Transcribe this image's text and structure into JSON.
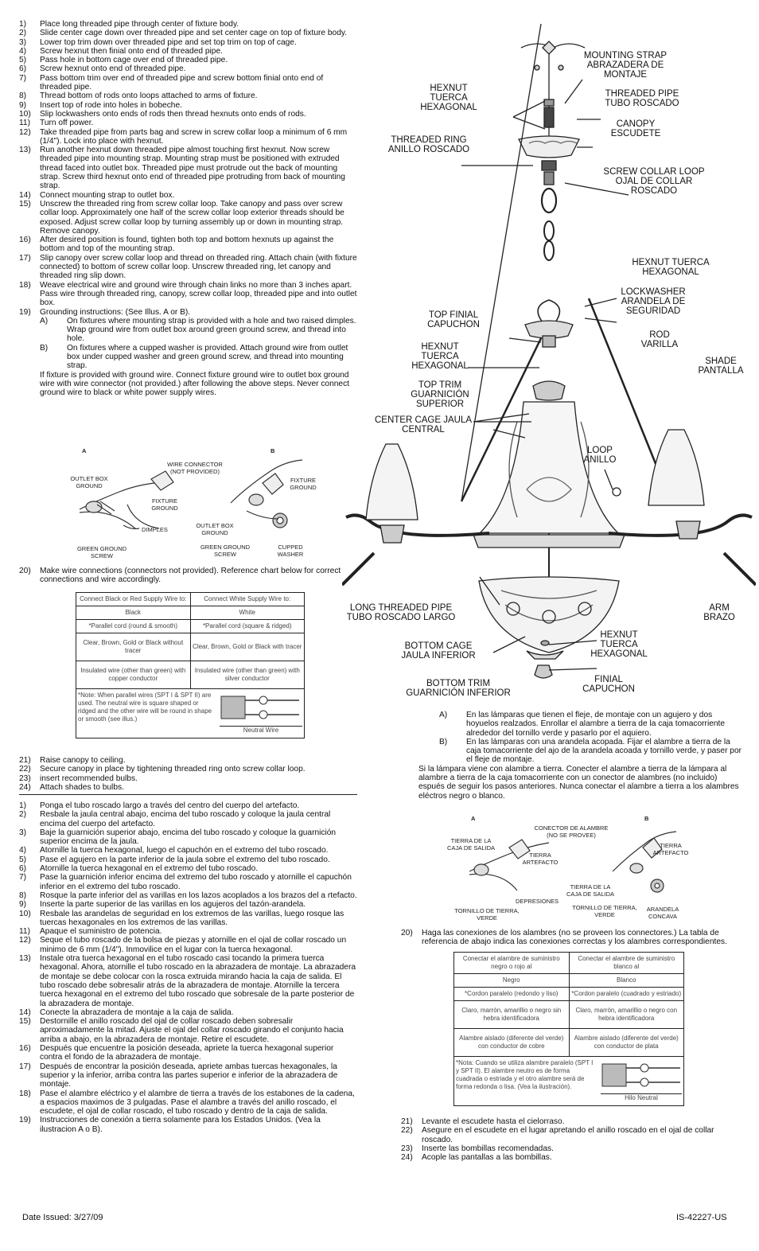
{
  "english_steps": [
    {
      "n": "1)",
      "t": "Place long threaded pipe through center of fixture body."
    },
    {
      "n": "2)",
      "t": "Slide center cage down over threaded pipe and set center cage on top of fixture body."
    },
    {
      "n": "3)",
      "t": "Lower top trim down over threaded pipe and set top trim on top of cage."
    },
    {
      "n": "4)",
      "t": "Screw hexnut then finial onto end of threaded pipe."
    },
    {
      "n": "5)",
      "t": "Pass hole in bottom cage over end of threaded pipe."
    },
    {
      "n": "6)",
      "t": "Screw hexnut onto end of threaded pipe."
    },
    {
      "n": "7)",
      "t": "Pass bottom trim over end of threaded pipe and screw bottom finial onto end of threaded pipe."
    },
    {
      "n": "8)",
      "t": "Thread bottom of rods onto loops attached to arms of fixture."
    },
    {
      "n": "9)",
      "t": "Insert top of rode into holes in bobeche."
    },
    {
      "n": "10)",
      "t": "Slip lockwashers onto ends of rods then thread hexnuts onto ends of rods."
    },
    {
      "n": "11)",
      "t": "Turn off power."
    },
    {
      "n": "12)",
      "t": "Take threaded pipe from parts bag and screw in screw collar loop a minimum of 6 mm (1/4\"). Lock into place with hexnut."
    },
    {
      "n": "13)",
      "t": "Run another hexnut down threaded pipe almost touching first hexnut. Now screw threaded pipe into mounting strap. Mounting strap must be positioned with extruded thread faced into outlet box. Threaded pipe must protrude out the back of mounting strap. Screw third hexnut onto end of threaded pipe protruding from back of mounting strap."
    },
    {
      "n": "14)",
      "t": "Connect mounting strap to outlet box."
    },
    {
      "n": "15)",
      "t": "Unscrew the threaded ring from screw collar loop. Take canopy and pass over screw collar loop. Approximately one half of the screw collar loop exterior threads should be exposed. Adjust screw collar loop by turning assembly up or down in mounting strap. Remove canopy."
    },
    {
      "n": "16)",
      "t": "After desired position is found, tighten both top and bottom hexnuts up against the bottom and top of the mounting strap."
    },
    {
      "n": "17)",
      "t": "Slip canopy over screw collar loop and thread on threaded ring. Attach chain (with fixture connected) to bottom of screw collar loop. Unscrew threaded ring, let canopy and threaded ring slip down."
    },
    {
      "n": "18)",
      "t": "Weave electrical wire and ground wire through chain links no more than 3 inches apart. Pass wire through threaded ring, canopy, screw collar loop, threaded pipe and into outlet box."
    },
    {
      "n": "19)",
      "t": "Grounding instructions: (See Illus. A or B)."
    }
  ],
  "english_sub": [
    {
      "n": "A)",
      "t": "On fixtures where mounting strap is provided with a hole and two raised dimples. Wrap ground wire from outlet box around green ground screw, and thread into hole."
    },
    {
      "n": "B)",
      "t": "On fixtures where a cupped washer is provided. Attach ground wire from outlet box under cupped washer and green ground screw, and thread into mounting strap."
    }
  ],
  "english_ground_note": "If fixture is provided with ground wire. Connect fixture ground wire to outlet box ground wire with wire connector (not provided.) after following the above steps. Never connect ground wire to black or white power supply wires.",
  "english_illus": {
    "a": "A",
    "b": "B",
    "wire_connector": "WIRE CONNECTOR (NOT PROVIDED)",
    "outlet_box_ground": "OUTLET BOX GROUND",
    "fixture_ground": "FIXTURE GROUND",
    "dimples": "DIMPLES",
    "green_ground_screw": "GREEN GROUND SCREW",
    "cupped_washer": "CUPPED WASHER"
  },
  "english_step20": {
    "n": "20)",
    "t": "Make wire connections (connectors not provided). Reference chart below for correct connections and wire accordingly."
  },
  "english_table": {
    "h1": "Connect Black or Red Supply Wire to:",
    "h2": "Connect White Supply Wire to:",
    "rows": [
      [
        "Black",
        "White"
      ],
      [
        "*Parallel cord (round & smooth)",
        "*Parallel cord (square & ridged)"
      ],
      [
        "Clear, Brown, Gold or Black without tracer",
        "Clear, Brown, Gold or Black with tracer"
      ],
      [
        "Insulated wire (other than green) with copper conductor",
        "Insulated wire (other than green) with silver conductor"
      ]
    ],
    "note": "*Note: When parallel wires (SPT I & SPT II) are used. The neutral wire is square shaped or ridged and the other wire will be round in shape or smooth (see illus.)",
    "neutral": "Neutral Wire"
  },
  "english_end": [
    {
      "n": "21)",
      "t": "Raise canopy to ceiling."
    },
    {
      "n": "22)",
      "t": "Secure canopy in place by tightening threaded ring onto screw collar loop."
    },
    {
      "n": "23)",
      "t": "insert recommended bulbs."
    },
    {
      "n": "24)",
      "t": "Attach shades to bulbs."
    }
  ],
  "spanish_steps": [
    {
      "n": "1)",
      "t": "Ponga el tubo roscado largo a través del centro del cuerpo del artefacto."
    },
    {
      "n": "2)",
      "t": "Resbale la jaula central abajo, encima del tubo roscado y coloque la jaula central encima del cuerpo del artefacto."
    },
    {
      "n": "3)",
      "t": "Baje la guarnición superior abajo, encima del tubo roscado y coloque la guarnición superior encima de la jaula."
    },
    {
      "n": "4)",
      "t": "Atornille la tuerca hexagonal, luego el capuchón en el extremo del tubo roscado."
    },
    {
      "n": "5)",
      "t": "Pase el agujero en la parte inferior de la jaula sobre el extremo del tubo roscado."
    },
    {
      "n": "6)",
      "t": "Atornille la tuerca hexagonal en el extremo del tubo roscado."
    },
    {
      "n": "7)",
      "t": "Pase la guarnición inferior encima del extremo del tubo roscado y atornille el capuchón inferior en el extremo del tubo roscado."
    },
    {
      "n": "8)",
      "t": "Rosque la parte inferior del as varillas en los lazos acoplados a los brazos del a rtefacto."
    },
    {
      "n": "9)",
      "t": "Inserte la parte superior de las varillas en los agujeros del tazón-arandela."
    },
    {
      "n": "10)",
      "t": "Resbale las arandelas de seguridad en los extremos de las varillas, luego rosque las tuercas hexagonales en los extremos de las varillas."
    },
    {
      "n": "11)",
      "t": "Apaque el suministro de potencia."
    },
    {
      "n": "12)",
      "t": "Seque el tubo roscado de la bolsa de piezas y atornille en el ojal de collar roscado un minimo de 6 mm (1/4\"). Inmovilice en el lugar con la tuerca hexagonal."
    },
    {
      "n": "13)",
      "t": "Instale otra tuerca hexagonal en el tubo roscado casi tocando la primera tuerca hexagonal. Ahora, atornille el tubo roscado en la abrazadera de montaje. La abrazadera de montaje se debe colocar con la rosca extruida mirando hacia la caja de salida. El tubo roscado debe sobresalir atrás de la abrazadera de montaje. Atornille la tercera tuerca hexagonal en el extremo del tubo roscado que sobresale de la parte posterior de la abrazadera de montaje."
    },
    {
      "n": "14)",
      "t": "Conecte la abrazadera de montaje a la caja de salida."
    },
    {
      "n": "15)",
      "t": "Destornille el anillo roscado del ojal de collar roscado deben sobresalir aproximadamente la mitad. Ajuste el ojal del collar roscado girando el conjunto hacia arriba a abajo, en la abrazadera de montaje. Retire el escudete."
    },
    {
      "n": "16)",
      "t": "Después que encuentre la posición deseada, apriete la tuerca hexagonal superior contra el fondo de la abrazadera de montaje."
    },
    {
      "n": "17)",
      "t": "Después de encontrar la posición deseada, apriete ambas tuercas hexagonales, la superior y la inferior, arriba contra las partes superior e inferior de la abrazadera de montaje."
    },
    {
      "n": "18)",
      "t": "Pase el alambre eléctrico y el alambre de tierra a través de los estabones de la cadena, a espacios maximos de 3 pulgadas. Pase el alambre a través del anillo roscado, el escudete, el ojal de collar roscado, el tubo roscado y dentro de la caja de salida."
    },
    {
      "n": "19)",
      "t": "Instrucciones de conexión a tierra solamente para los Estados Unidos. (Vea la ilustracion A o B)."
    }
  ],
  "diagram_labels": {
    "mounting_strap": "MOUNTING STRAP ABRAZADERA DE MONTAJE",
    "hexnut_top": "HEXNUT TUERCA HEXAGONAL",
    "threaded_pipe": "THREADED PIPE TUBO ROSCADO",
    "canopy": "CANOPY ESCUDETE",
    "threaded_ring": "THREADED RING ANILLO ROSCADO",
    "screw_collar_loop": "SCREW COLLAR LOOP OJAL DE COLLAR ROSCADO",
    "hexnut_right": "HEXNUT TUERCA HEXAGONAL",
    "lockwasher": "LOCKWASHER ARANDELA DE SEGURIDAD",
    "top_finial": "TOP FINIAL CAPUCHON",
    "rod": "ROD VARILLA",
    "hexnut_left": "HEXNUT TUERCA HEXAGONAL",
    "shade": "SHADE PANTALLA",
    "top_trim": "TOP TRIM GUARNICIÓN SUPERIOR",
    "center_cage": "CENTER CAGE JAULA CENTRAL",
    "loop": "LOOP ANILLO",
    "long_pipe": "LONG THREADED PIPE TUBO ROSCADO LARGO",
    "arm": "ARM BRAZO",
    "bottom_cage": "BOTTOM CAGE JAULA INFERIOR",
    "hexnut_bottom": "HEXNUT TUERCA HEXAGONAL",
    "bottom_trim": "BOTTOM TRIM GUARNICIÓN INFERIOR",
    "finial": "FINIAL CAPUCHON"
  },
  "spanish_sub": [
    {
      "n": "A)",
      "t": "En las lámparas que tienen el fleje, de montaje con un agujero y dos hoyuelos realzados. Enrollar el alambre a tierra de la caja tomacorriente alrededor del tornillo verde y pasarlo por el aquiero."
    },
    {
      "n": "B)",
      "t": "En las lámparas con una arandela acopada. Fijar el alambre a tierra de la caja tomacorriente del ajo de la arandela acoada y tornillo verde, y paser por el fleje de montaje."
    }
  ],
  "spanish_ground_note": "Si la lámpara viene con alambre a tierra. Conecter el alambre a tierra de la lámpara al alambre a tierra de la caja tomacorriente con un conector de alambres (no incluido) espués de seguir los pasos anteriores. Nunca conectar el alambre a tierra a los alambres eléctros negro o blanco.",
  "spanish_illus": {
    "a": "A",
    "b": "B",
    "wire_connector": "CONECTOR DE ALAMBRE (NO SE PROVEE)",
    "outlet_box_ground": "TIERRA DE LA CAJA DE SALIDA",
    "fixture_ground": "TIERRA ARTEFACTO",
    "dimples": "DEPRESIONES",
    "green_ground_screw": "TORNILLO DE TIERRA, VERDE",
    "outlet_box_ground_b": "TIERRA DE LA CAJA DE SALIDA",
    "green_ground_screw_b": "TORNILLO DE TIERRA, VERDE",
    "cupped_washer": "ARANDELA CONCAVA",
    "fixture_ground_b": "TIERRA ARTEFACTO"
  },
  "spanish_step20": {
    "n": "20)",
    "t": "Haga las conexiones de los alambres (no se proveen los connectores.) La tabla de referencia de abajo indica las conexiones correctas y los alambres correspondientes."
  },
  "spanish_table": {
    "h1": "Conectar el alambre de suministro negro o rojo al",
    "h2": "Conectar el alambre de suministro blanco al",
    "rows": [
      [
        "Negro",
        "Blanco"
      ],
      [
        "*Cordon paralelo (redondo y liso)",
        "*Cordon paralelo (cuadrado y estriado)"
      ],
      [
        "Claro, marrón, amarillio o negro sin hebra identificadora",
        "Claro, marrón, amarillio o negro con hebra identificadora"
      ],
      [
        "Alambre aislado (diferente del verde) con conductor de cobre",
        "Alambre aislado (diferente del verde) con conductor de plata"
      ]
    ],
    "note": "*Nota: Cuando se utiliza alambre paralelo (SPT I y SPT II). El alambre neutro es de forma cuadrada o estriada y el otro alambre será de forma redonda o lisa. (Vea la ilustración).",
    "neutral": "Hilo Neutral"
  },
  "spanish_end": [
    {
      "n": "21)",
      "t": "Levante el escudete hasta el cielorraso."
    },
    {
      "n": "22)",
      "t": "Asegure en el escudete en el lugar apretando el anillo roscado en el ojal de collar roscado."
    },
    {
      "n": "23)",
      "t": "Inserte las bombillas recomendadas."
    },
    {
      "n": "24)",
      "t": "Acople las pantallas a las bombillas."
    }
  ],
  "footer": {
    "date": "Date Issued: 3/27/09",
    "code": "IS-42227-US"
  }
}
